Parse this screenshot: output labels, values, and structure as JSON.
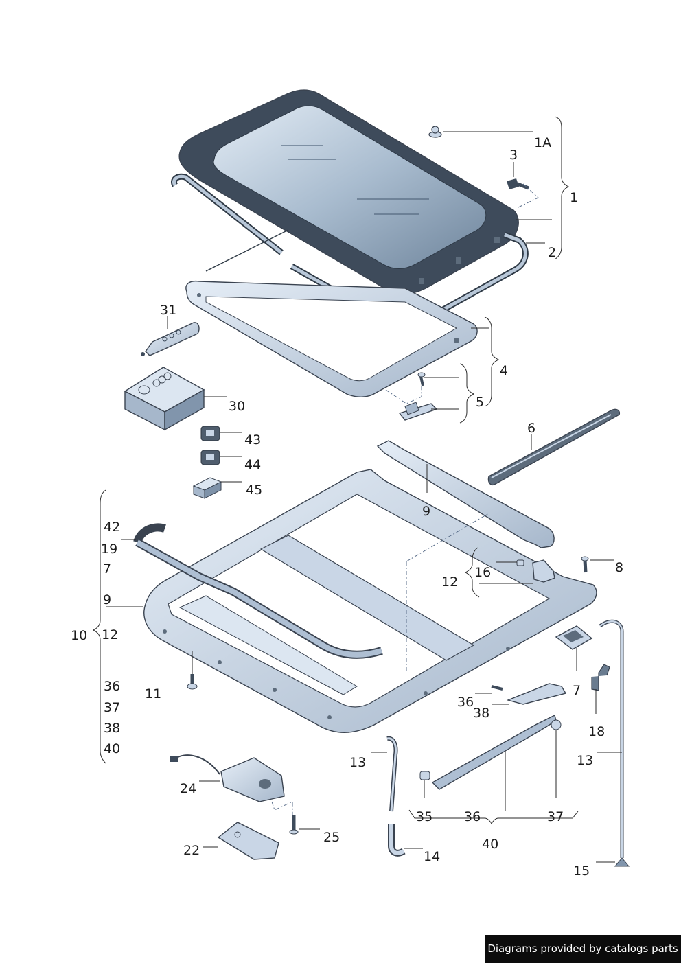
{
  "labels": {
    "l1A": "1A",
    "l3": "3",
    "l1": "1",
    "l2": "2",
    "l31": "31",
    "l4": "4",
    "l5": "5",
    "l30": "30",
    "l43": "43",
    "l44": "44",
    "l45": "45",
    "l6": "6",
    "l9a": "9",
    "l42": "42",
    "l19": "19",
    "l7a": "7",
    "l9b": "9",
    "l10": "10",
    "l12a": "12",
    "l36a": "36",
    "l37a": "37",
    "l38a": "38",
    "l40a": "40",
    "l11": "11",
    "l16": "16",
    "l12b": "12",
    "l8": "8",
    "l7b": "7",
    "l18": "18",
    "l36b": "36",
    "l38b": "38",
    "l13a": "13",
    "l13b": "13",
    "l24": "24",
    "l35": "35",
    "l36c": "36",
    "l37b": "37",
    "l40b": "40",
    "l25": "25",
    "l22": "22",
    "l14": "14",
    "l15": "15"
  },
  "footer": {
    "credit": "Diagrams provided by catalogs parts"
  },
  "colors": {
    "part_fill": "#c9d6e6",
    "part_dark": "#3d4a5a",
    "glass": "#9fb3c8",
    "frame": "#aebfd3"
  }
}
